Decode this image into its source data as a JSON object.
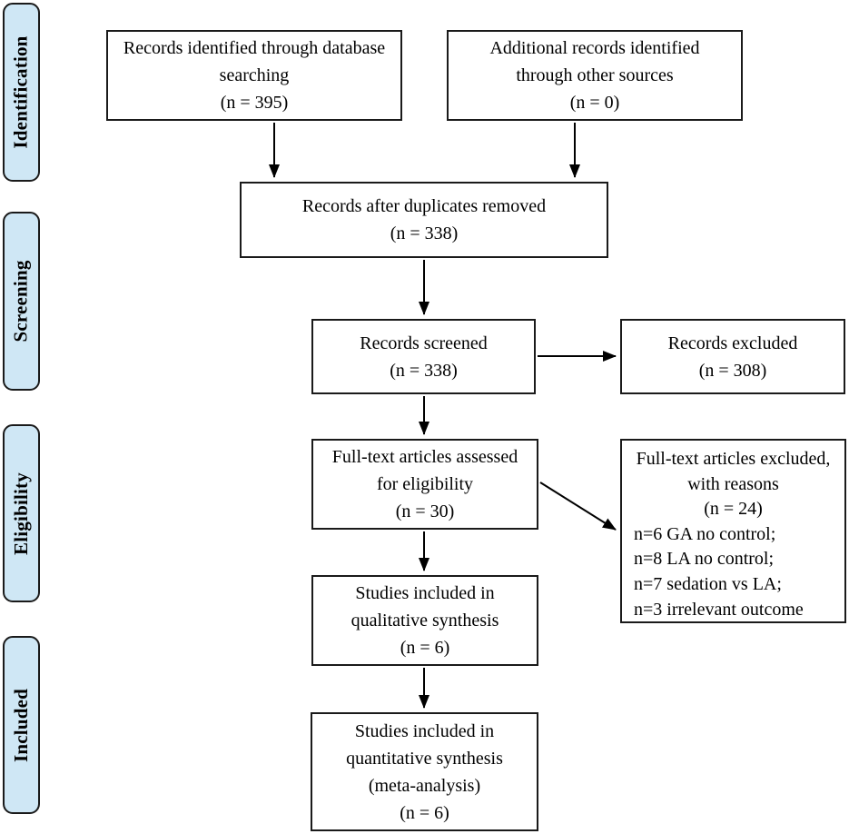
{
  "stages": [
    {
      "label": "Identification"
    },
    {
      "label": "Screening"
    },
    {
      "label": "Eligibility"
    },
    {
      "label": "Included"
    }
  ],
  "boxes": {
    "db_search": {
      "text": "Records identified through database\nsearching\n(n = 395)"
    },
    "other_sources": {
      "text": "Additional records identified\nthrough other sources\n(n = 0)"
    },
    "duplicates_removed": {
      "text": "Records after duplicates removed\n(n = 338)"
    },
    "screened": {
      "text": "Records screened\n(n = 338)"
    },
    "records_excluded": {
      "text": "Records excluded\n(n = 308)"
    },
    "fulltext_assessed": {
      "text": "Full-text articles assessed\nfor eligibility\n(n = 30)"
    },
    "fulltext_excluded": {
      "head": "Full-text articles excluded,\nwith reasons\n(n = 24)",
      "reasons": "n=6 GA no control;\nn=8 LA no control;\nn=7 sedation vs LA;\nn=3 irrelevant outcome"
    },
    "qualitative_synthesis": {
      "text": "Studies included in\nqualitative synthesis\n(n = 6)"
    },
    "quantitative_synthesis": {
      "text": "Studies included in\nquantitative synthesis\n(meta-analysis)\n(n = 6)"
    }
  },
  "colors": {
    "stage_fill": "#cfe7f5",
    "box_fill": "#ffffff",
    "border": "#1a1a1a",
    "arrow": "#000000"
  }
}
